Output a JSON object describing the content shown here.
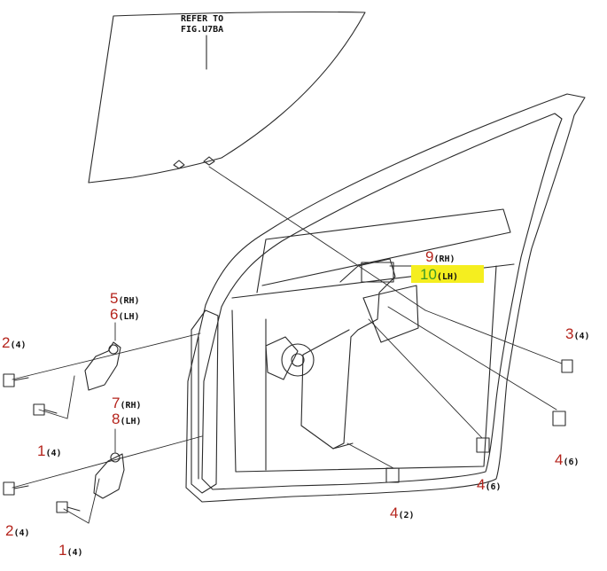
{
  "reference_note": {
    "line1": "REFER TO",
    "line2": "FIG.U7BA"
  },
  "callouts": {
    "c3": {
      "num": "3",
      "qty": "(4)"
    },
    "c4a": {
      "num": "4",
      "qty": "(6)"
    },
    "c4b": {
      "num": "4",
      "qty": "(6)"
    },
    "c4c": {
      "num": "4",
      "qty": "(2)"
    },
    "c5": {
      "num": "5",
      "side": "(RH)"
    },
    "c6": {
      "num": "6",
      "side": "(LH)"
    },
    "c7": {
      "num": "7",
      "side": "(RH)"
    },
    "c8": {
      "num": "8",
      "side": "(LH)"
    },
    "c9": {
      "num": "9",
      "side": "(RH)"
    },
    "c10": {
      "num": "10",
      "side": "(LH)"
    },
    "c2a": {
      "num": "2",
      "qty": "(4)"
    },
    "c2b": {
      "num": "2",
      "qty": "(4)"
    },
    "c1a": {
      "num": "1",
      "qty": "(4)"
    },
    "c1b": {
      "num": "1",
      "qty": "(4)"
    }
  },
  "colors": {
    "callout_number": "#b5241c",
    "highlight": "#f5ee1f",
    "highlight_number": "#3c9a25",
    "line": "#2a2a2a"
  },
  "highlighted_part": "10"
}
